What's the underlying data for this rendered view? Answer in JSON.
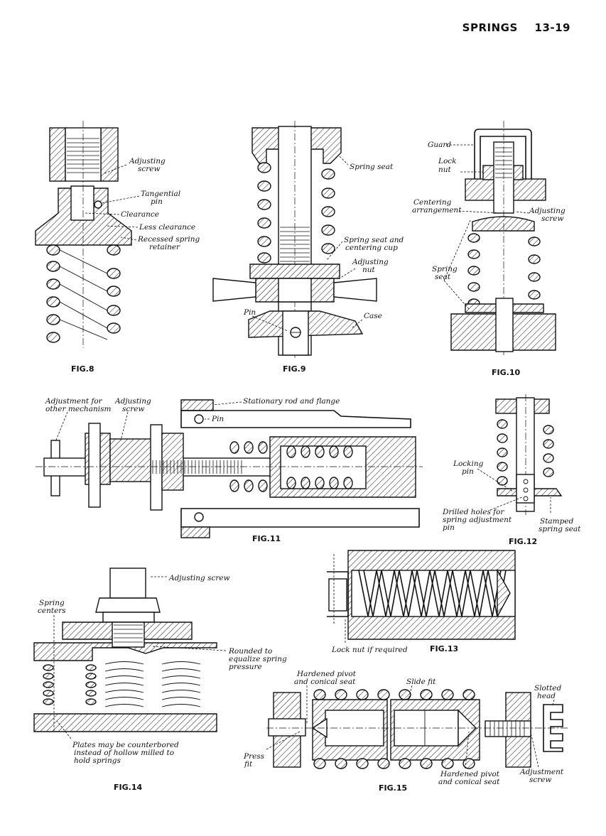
{
  "header": {
    "section": "SPRINGS",
    "page": "13-19"
  },
  "figures": {
    "fig8": {
      "caption": "FIG.8",
      "labels": [
        "Adjusting",
        "screw",
        "Tangential",
        "pin",
        "Clearance",
        "Less clearance",
        "Recessed spring",
        "retainer"
      ]
    },
    "fig9": {
      "caption": "FIG.9",
      "labels": [
        "Spring seat",
        "Spring seat and",
        "centering cup",
        "Adjusting",
        "nut",
        "Pin",
        "Case"
      ]
    },
    "fig10": {
      "caption": "FIG.10",
      "labels": [
        "Guard",
        "Lock",
        "nut",
        "Centering",
        "arrangement",
        "Adjusting",
        "screw",
        "Spring",
        "seat"
      ]
    },
    "fig11": {
      "caption": "FIG.11",
      "labels": [
        "Adjustment for",
        "other mechanism",
        "Adjusting",
        "screw",
        "Stationary rod and flange",
        "Pin"
      ]
    },
    "fig12": {
      "caption": "FIG.12",
      "labels": [
        "Locking",
        "pin",
        "Drilled holes for",
        "spring adjustment",
        "pin",
        "Stamped",
        "spring seat"
      ]
    },
    "fig13": {
      "caption": "FIG.13",
      "labels": [
        "Lock nut if required"
      ]
    },
    "fig14": {
      "caption": "FIG.14",
      "labels": [
        "Adjusting screw",
        "Spring",
        "centers",
        "Rounded to",
        "equalize spring",
        "pressure",
        "Plates may be counterbored",
        "instead of hollow milled to",
        "hold springs"
      ]
    },
    "fig15": {
      "caption": "FIG.15",
      "labels": [
        "Hardened pivot",
        "and conical seat",
        "Slide fit",
        "Slotted",
        "head",
        "Press",
        "fit",
        "Hardened pivot",
        "and conical seat",
        "Adjustment",
        "screw"
      ]
    }
  }
}
